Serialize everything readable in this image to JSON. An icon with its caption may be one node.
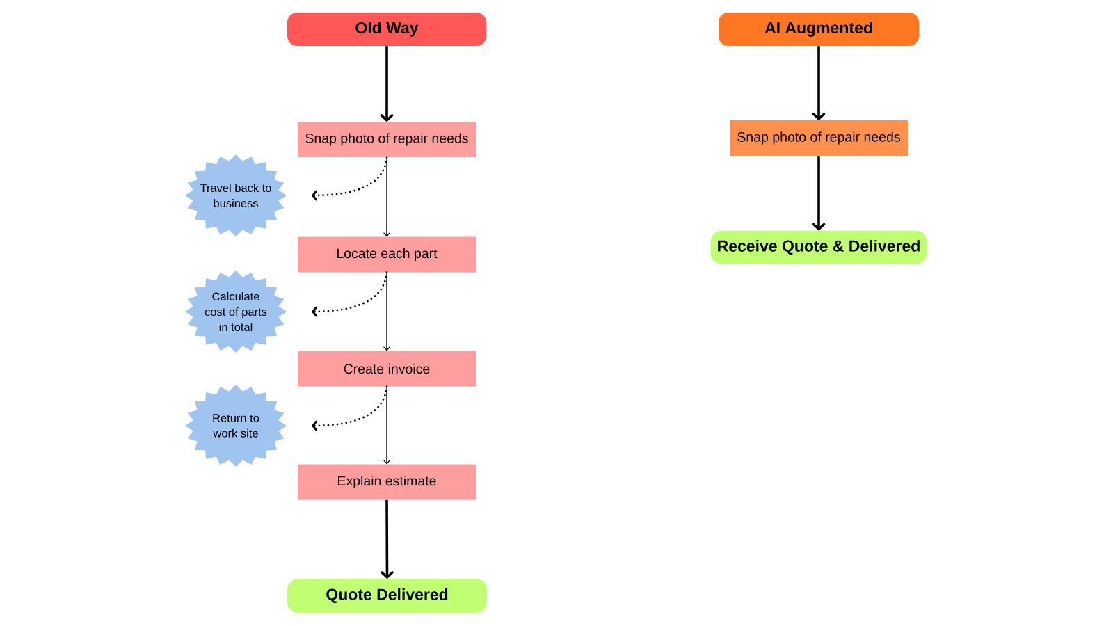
{
  "diagram": {
    "nodes": [
      {
        "text": [
          "Old Way"
        ]
      },
      {
        "text": [
          "Snap photo of repair needs"
        ]
      },
      {
        "text": [
          "Travel back to business"
        ]
      },
      {
        "text": [
          "Locate each part"
        ]
      },
      {
        "text": [
          "Calculate cost of parts in total"
        ]
      },
      {
        "text": [
          "Create invoice"
        ]
      },
      {
        "text": [
          "Return to work site"
        ]
      },
      {
        "text": [
          "Explain estimate"
        ]
      },
      {
        "text": [
          "Quote Delivered"
        ]
      },
      {
        "text": [
          "AI Augmented"
        ]
      },
      {
        "text": [
          "Snap photo of repair needs"
        ]
      },
      {
        "text": [
          "Receive Quote & Delivered"
        ]
      }
    ],
    "edges": [
      {
        "from": 0,
        "to": 1,
        "arrow": "to"
      },
      {
        "from": 1,
        "to": 3,
        "arrow": "to"
      },
      {
        "from": 1,
        "to": 2,
        "arrow": "to",
        "style": "dashed"
      },
      {
        "from": 3,
        "to": 5,
        "arrow": "to"
      },
      {
        "from": 3,
        "to": 4,
        "arrow": "to",
        "style": "dashed"
      },
      {
        "from": 5,
        "to": 7,
        "arrow": "to"
      },
      {
        "from": 5,
        "to": 6,
        "arrow": "to",
        "style": "dashed"
      },
      {
        "from": 7,
        "to": 8,
        "arrow": "to"
      },
      {
        "from": 9,
        "to": 10,
        "arrow": "to"
      },
      {
        "from": 10,
        "to": 11,
        "arrow": "to"
      }
    ]
  }
}
